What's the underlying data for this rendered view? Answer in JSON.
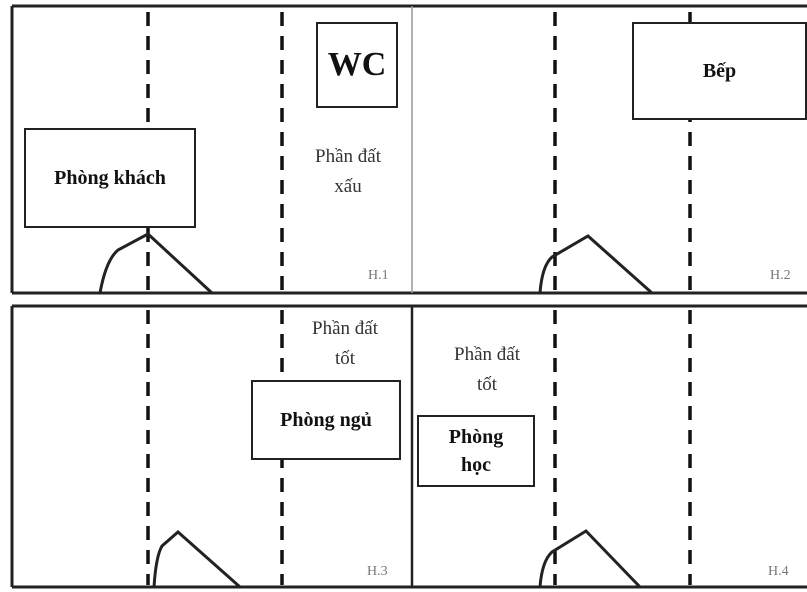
{
  "panels": [
    {
      "label": "H.1"
    },
    {
      "label": "H.2"
    },
    {
      "label": "H.3"
    },
    {
      "label": "H.4"
    }
  ],
  "rooms": {
    "phong_khach": "Phòng khách",
    "wc": "WC",
    "bep": "Bếp",
    "phong_ngu": "Phòng ngủ",
    "phong_hoc_line1": "Phòng",
    "phong_hoc_line2": "học"
  },
  "notes": {
    "bad_land_line1": "Phần đất",
    "bad_land_line2": "xấu",
    "good_land_line1": "Phần đất",
    "good_land_line2": "tốt"
  }
}
